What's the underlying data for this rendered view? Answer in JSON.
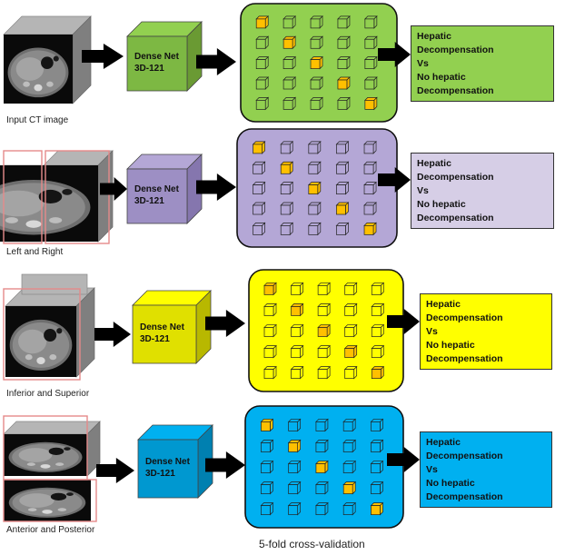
{
  "rows": [
    {
      "view_label": "Input CT image",
      "model_line1": "Dense Net",
      "model_line2": "3D-121",
      "output_lines": [
        "Hepatic",
        "Decompensation",
        "Vs",
        "No hepatic",
        "Decompensation"
      ],
      "accent": "#92d050",
      "accent_dark": "#6a9a33",
      "accent_mid": "#7db843"
    },
    {
      "view_label": "Left  and Right",
      "model_line1": "Dense Net",
      "model_line2": "3D-121",
      "output_lines": [
        "Hepatic",
        "Decompensation",
        "Vs",
        "No hepatic",
        "Decompensation"
      ],
      "accent": "#b4a7d6",
      "accent_dark": "#8576ae",
      "accent_mid": "#9d8fc4",
      "output_fill": "#d6cee6"
    },
    {
      "view_label": "Inferior and Superior",
      "model_line1": "Dense Net",
      "model_line2": "3D-121",
      "output_lines": [
        "Hepatic",
        "Decompensation",
        "Vs",
        "No hepatic",
        "Decompensation"
      ],
      "accent": "#ffff00",
      "accent_dark": "#b8b800",
      "accent_mid": "#e0e000"
    },
    {
      "view_label": "Anterior and Posterior",
      "model_line1": "Dense Net",
      "model_line2": "3D-121",
      "output_lines": [
        "Hepatic",
        "Decompensation",
        "Vs",
        "No hepatic",
        "Decompensation"
      ],
      "accent": "#00b0f0",
      "accent_dark": "#0080b0",
      "accent_mid": "#0098d0"
    }
  ],
  "caption": "5-fold cross-validation",
  "highlight_color": "#ffc000"
}
